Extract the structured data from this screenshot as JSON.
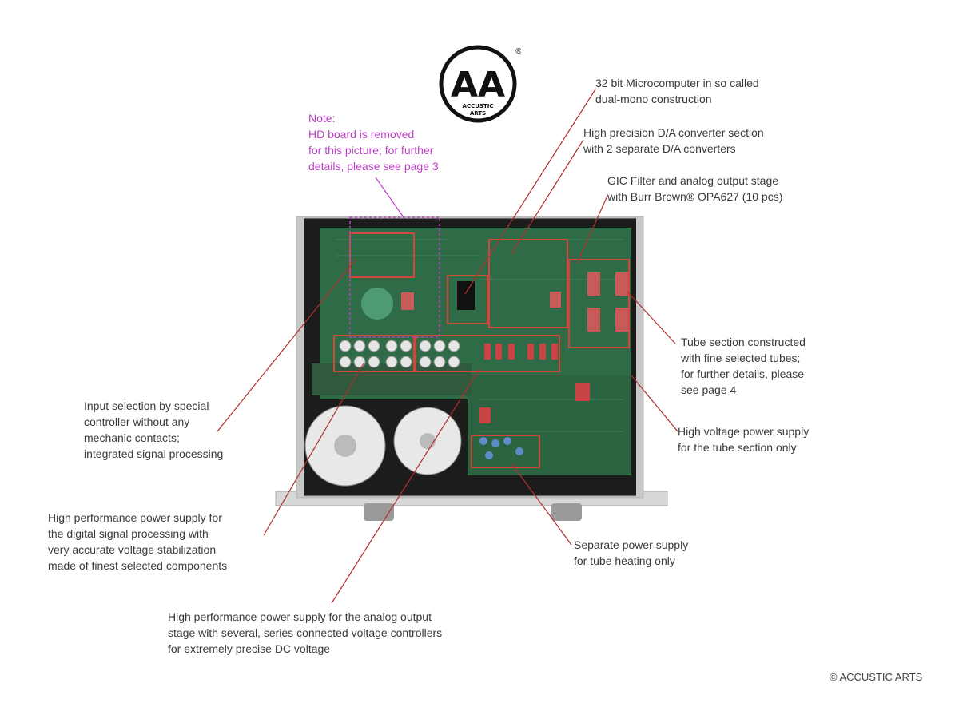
{
  "logo": {
    "monogram": "AA",
    "brand_line1": "ACCUSTIC",
    "brand_line2": "ARTS",
    "registered": "®"
  },
  "note": {
    "lines": [
      "Note:",
      "HD board is removed",
      "for this picture;  for further",
      "details, please see page 3"
    ],
    "color": "#c040c8"
  },
  "callouts": {
    "microcomputer": [
      "32 bit Microcomputer in so called",
      "dual-mono construction"
    ],
    "da_converter": [
      "High precision D/A converter section",
      "with 2 separate D/A converters"
    ],
    "gic_filter": [
      "GIC Filter and analog output stage",
      "with Burr Brown® OPA627 (10 pcs)"
    ],
    "tube_section": [
      "Tube section constructed",
      "with fine selected tubes;",
      "for further details, please",
      "see page 4"
    ],
    "high_voltage": [
      "High voltage power supply",
      "for the tube section only"
    ],
    "tube_heating": [
      "Separate power supply",
      "for tube heating only"
    ],
    "input_selection": [
      "Input selection by special",
      "controller without any",
      "mechanic contacts;",
      "integrated signal processing"
    ],
    "digital_psu": [
      "High performance power supply for",
      "the digital signal processing with",
      "very accurate voltage stabilization",
      "made of finest selected components"
    ],
    "analog_psu": [
      "High performance power supply for the analog output",
      "stage with several, series connected voltage controllers",
      "for extremely precise DC voltage"
    ]
  },
  "copyright": "© ACCUSTIC ARTS",
  "colors": {
    "callout_line": "#b0302a",
    "highlight_box": "#d0483a",
    "pcb_green": "#2f6b46",
    "chassis": "#1c1c1c"
  }
}
